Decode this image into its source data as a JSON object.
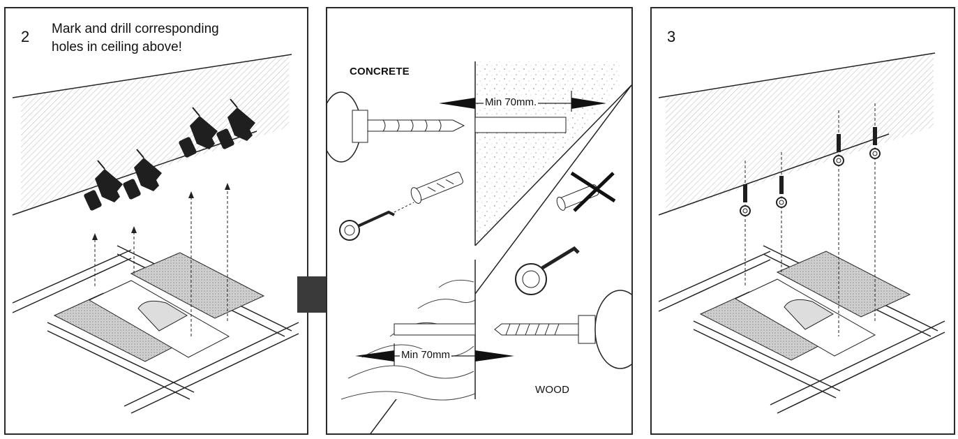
{
  "steps": [
    {
      "number": "2",
      "caption_line1": "Mark and drill corresponding",
      "caption_line2": "holes in ceiling above!"
    },
    {
      "number": "3"
    }
  ],
  "materials": {
    "concrete_label": "CONCRETE",
    "concrete_min": "Min 70mm.",
    "wood_label": "WOOD",
    "wood_min": "Min 70mm"
  },
  "icons": [
    "drill-icon",
    "wall-plug-icon",
    "eye-screw-icon",
    "not-allowed-cross-icon",
    "direction-arrow-icon"
  ],
  "colors": {
    "line": "#1a1a1a",
    "arrow": "#3a3a3a"
  }
}
